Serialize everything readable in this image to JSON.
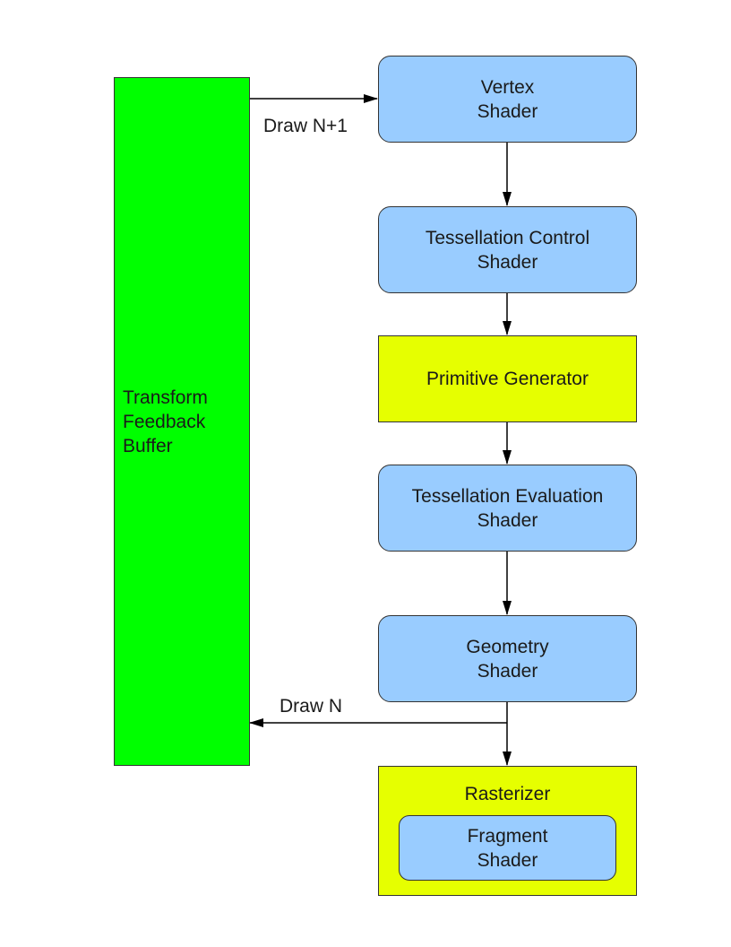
{
  "colors": {
    "shader_fill": "#99ccff",
    "fixed_function_fill": "#e6ff00",
    "buffer_fill": "#00ff00",
    "line": "#000000"
  },
  "nodes": {
    "transform_feedback_buffer": "Transform\nFeedback\nBuffer",
    "vertex_shader": "Vertex\nShader",
    "tessellation_control_shader": "Tessellation Control\nShader",
    "primitive_generator": "Primitive Generator",
    "tessellation_evaluation_shader": "Tessellation Evaluation\nShader",
    "geometry_shader": "Geometry\nShader",
    "rasterizer": "Rasterizer",
    "fragment_shader": "Fragment\nShader"
  },
  "edges": {
    "draw_next": "Draw N+1",
    "draw_current": "Draw N"
  }
}
